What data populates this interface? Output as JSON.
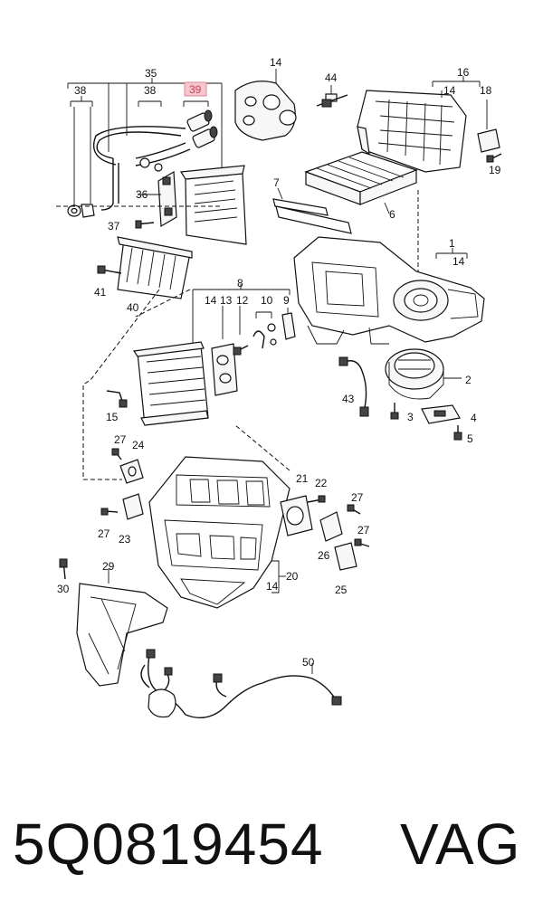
{
  "diagram": {
    "callouts": {
      "c1": "1",
      "c2": "2",
      "c3": "3",
      "c4": "4",
      "c5": "5",
      "c6": "6",
      "c7": "7",
      "c8": "8",
      "c9": "9",
      "c10": "10",
      "c12": "12",
      "c13": "13",
      "c14a": "14",
      "c14b": "14",
      "c14c": "14",
      "c14d": "14",
      "c14e": "14",
      "c15": "15",
      "c16": "16",
      "c18": "18",
      "c19": "19",
      "c20": "20",
      "c21": "21",
      "c22": "22",
      "c23": "23",
      "c24": "24",
      "c25": "25",
      "c26": "26",
      "c27a": "27",
      "c27b": "27",
      "c27c": "27",
      "c27d": "27",
      "c29": "29",
      "c30": "30",
      "c35": "35",
      "c36": "36",
      "c37": "37",
      "c38a": "38",
      "c38b": "38",
      "c39": "39",
      "c40": "40",
      "c41": "41",
      "c43": "43",
      "c44": "44",
      "c50": "50"
    },
    "highlighted_callout": "39",
    "highlight_color": "#f6c6cc"
  },
  "footer": {
    "part_number": "5Q0819454",
    "brand": "VAG"
  }
}
